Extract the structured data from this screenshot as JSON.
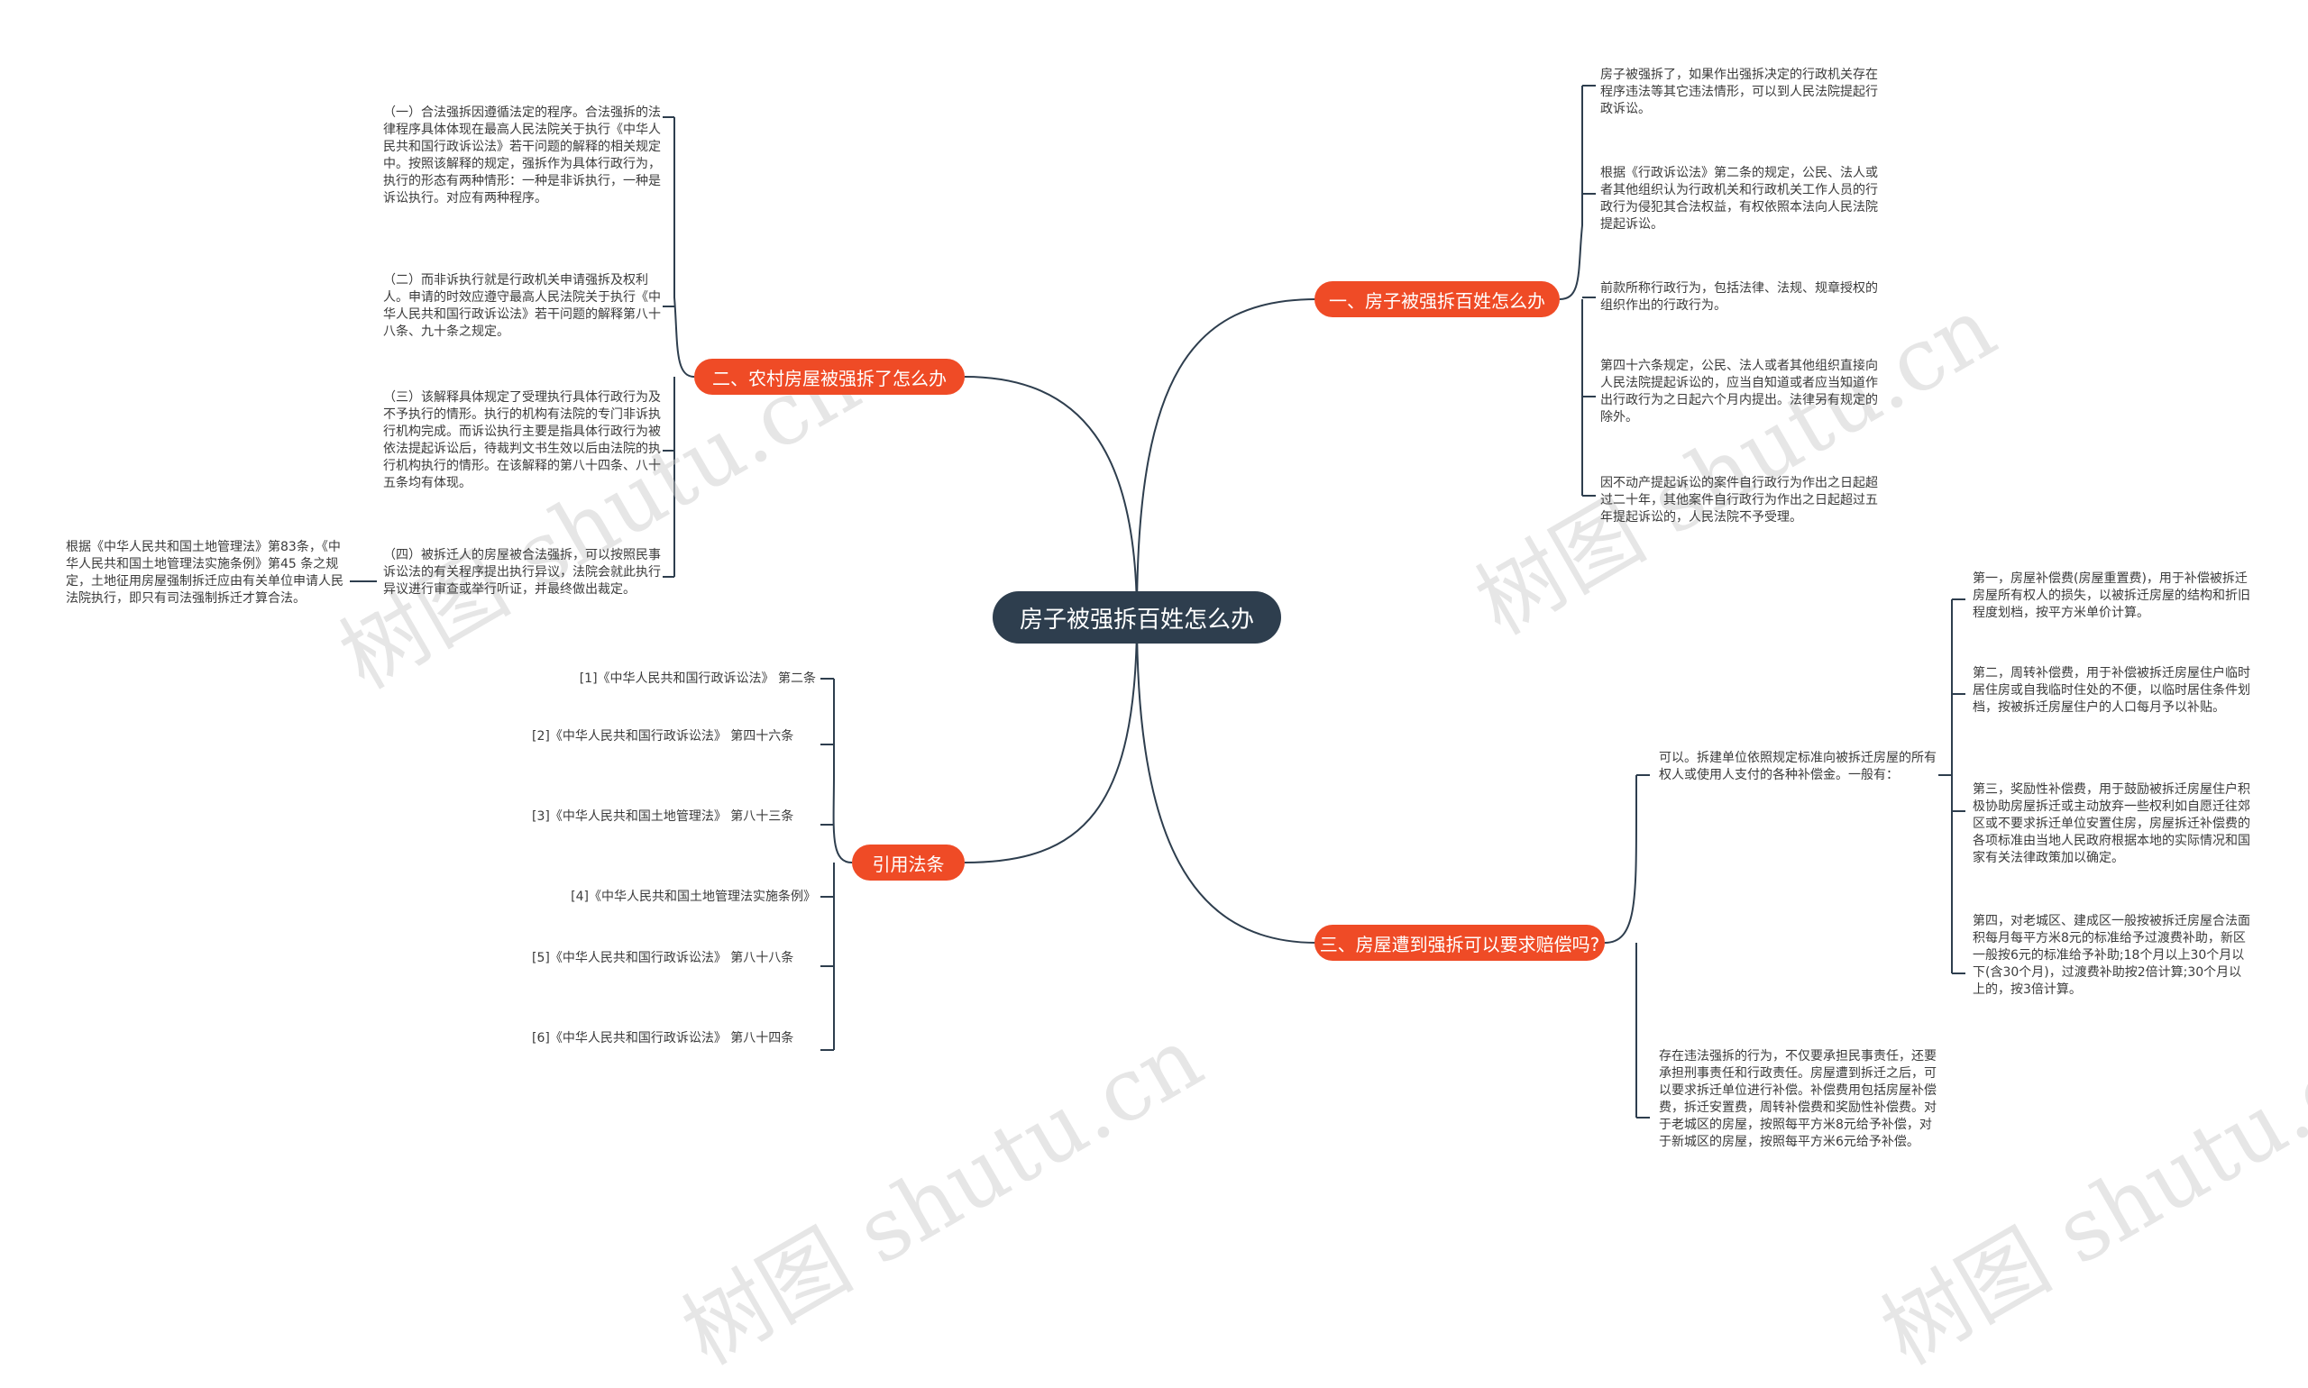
{
  "root": {
    "label": "房子被强拆百姓怎么办"
  },
  "branches": {
    "b1": {
      "label": "一、房子被强拆百姓怎么办",
      "color": "#ef4b26"
    },
    "b2": {
      "label": "二、农村房屋被强拆了怎么办",
      "color": "#ef4b26"
    },
    "b3": {
      "label": "三、房屋遭到强拆可以要求赔偿吗?",
      "color": "#ef4b26"
    },
    "b4": {
      "label": "引用法条",
      "color": "#ef4b26"
    }
  },
  "b1_leaves": [
    "房子被强拆了，如果作出强拆决定的行政机关存在程序违法等其它违法情形，可以到人民法院提起行政诉讼。",
    "根据《行政诉讼法》第二条的规定，公民、法人或者其他组织认为行政机关和行政机关工作人员的行政行为侵犯其合法权益，有权依照本法向人民法院提起诉讼。",
    "前款所称行政行为，包括法律、法规、规章授权的组织作出的行政行为。",
    "第四十六条规定，公民、法人或者其他组织直接向人民法院提起诉讼的，应当自知道或者应当知道作出行政行为之日起六个月内提出。法律另有规定的除外。",
    "因不动产提起诉讼的案件自行政行为作出之日起超过二十年，其他案件自行政行为作出之日起超过五年提起诉讼的，人民法院不予受理。"
  ],
  "b2_leaves": [
    "（一）合法强拆因遵循法定的程序。合法强拆的法律程序具体体现在最高人民法院关于执行《中华人民共和国行政诉讼法》若干问题的解释的相关规定中。按照该解释的规定，强拆作为具体行政行为，执行的形态有两种情形：一种是非诉执行，一种是诉讼执行。对应有两种程序。",
    "（二）而非诉执行就是行政机关申请强拆及权利人。申请的时效应遵守最高人民法院关于执行《中华人民共和国行政诉讼法》若干问题的解释第八十八条、九十条之规定。",
    "（三）该解释具体规定了受理执行具体行政行为及不予执行的情形。执行的机构有法院的专门非诉执行机构完成。而诉讼执行主要是指具体行政行为被依法提起诉讼后，待裁判文书生效以后由法院的执行机构执行的情形。在该解释的第八十四条、八十五条均有体现。",
    "（四）被拆迁人的房屋被合法强拆，可以按照民事诉讼法的有关程序提出执行异议，法院会就此执行异议进行审查或举行听证，并最终做出裁定。"
  ],
  "b2_sub": "根据《中华人民共和国土地管理法》第83条，《中华人民共和国土地管理法实施条例》第45 条之规定，土地征用房屋强制拆迁应由有关单位申请人民法院执行，即只有司法强制拆迁才算合法。",
  "b3_leaves": [
    "可以。拆建单位依照规定标准向被拆迁房屋的所有权人或使用人支付的各种补偿金。一般有：",
    "存在违法强拆的行为，不仅要承担民事责任，还要承担刑事责任和行政责任。房屋遭到拆迁之后，可以要求拆迁单位进行补偿。补偿费用包括房屋补偿费，拆迁安置费，周转补偿费和奖励性补偿费。对于老城区的房屋，按照每平方米8元给予补偿，对于新城区的房屋，按照每平方米6元给予补偿。"
  ],
  "b3_sub": [
    "第一，房屋补偿费(房屋重置费)，用于补偿被拆迁房屋所有权人的损失，以被拆迁房屋的结构和折旧程度划档，按平方米单价计算。",
    "第二，周转补偿费，用于补偿被拆迁房屋住户临时居住房或自我临时住处的不便，以临时居住条件划档，按被拆迁房屋住户的人口每月予以补贴。",
    "第三，奖励性补偿费，用于鼓励被拆迁房屋住户积极协助房屋拆迁或主动放弃一些权利如自愿迁往郊区或不要求拆迁单位安置住房，房屋拆迁补偿费的各项标准由当地人民政府根据本地的实际情况和国家有关法律政策加以确定。",
    "第四，对老城区、建成区一般按被拆迁房屋合法面积每月每平方米8元的标准给予过渡费补助，新区一般按6元的标准给予补助;18个月以上30个月以下(含30个月)，过渡费补助按2倍计算;30个月以上的，按3倍计算。"
  ],
  "b4_leaves": [
    "[1]《中华人民共和国行政诉讼法》 第二条",
    "[2]《中华人民共和国行政诉讼法》 第四十六条",
    "[3]《中华人民共和国土地管理法》 第八十三条",
    "[4]《中华人民共和国土地管理法实施条例》",
    "[5]《中华人民共和国行政诉讼法》 第八十八条",
    "[6]《中华人民共和国行政诉讼法》 第八十四条"
  ],
  "watermark": "树图 shutu.cn",
  "colors": {
    "root_bg": "#2e3e4e",
    "branch_bg": "#ef4b26",
    "line": "#2e3e4e"
  }
}
